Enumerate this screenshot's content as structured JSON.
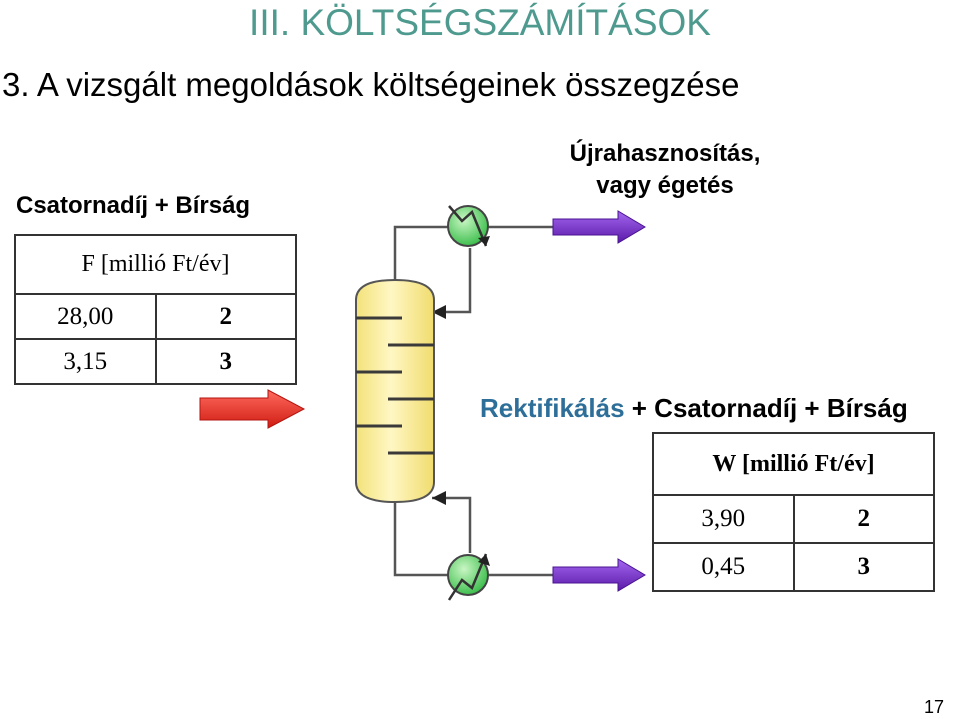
{
  "slide": {
    "title": "III. KÖLTSÉGSZÁMÍTÁSOK",
    "subtitle": "3. A vizsgált megoldások költségeinek összegzése",
    "page_number": "17"
  },
  "left_block": {
    "label": "Csatornadíj + Bírság",
    "table_header": "F [millió Ft/év]",
    "rows": [
      {
        "value": "28,00",
        "case": "2"
      },
      {
        "value": "3,15",
        "case": "3"
      }
    ]
  },
  "top_output": {
    "label_line1": "Újrahasznosítás,",
    "label_line2": "vagy égetés"
  },
  "right_block": {
    "label_part1": "Rektifikálás",
    "label_part2": " + Csatornadíj + Bírság",
    "table_header": "W [millió Ft/év]",
    "rows": [
      {
        "value": "3,90",
        "case": "2"
      },
      {
        "value": "0,45",
        "case": "3"
      }
    ]
  },
  "colors": {
    "title": "#4f9a8f",
    "label_teal": "#2e6f99",
    "feed_arrow": "#e8302a",
    "output_arrow": "#7a2fd0",
    "column_fill": "#fbef9a",
    "exchanger_fill": "#6fdc7a"
  },
  "icons": [
    "feed-arrow-icon",
    "distillation-column-icon",
    "condenser-icon",
    "reboiler-icon",
    "output-arrow-icon"
  ]
}
